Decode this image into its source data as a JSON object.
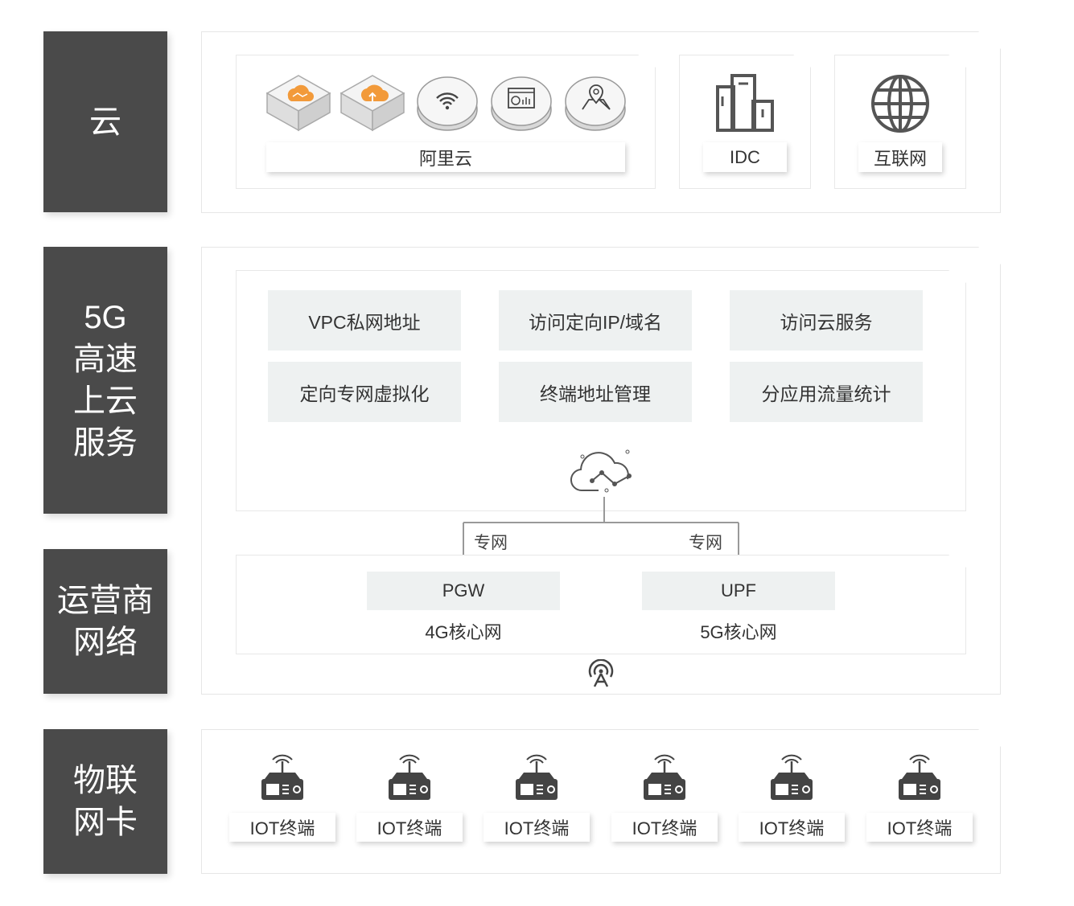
{
  "layers": {
    "cloud": "云",
    "service": "5G\n高速\n上云\n服务",
    "operator": "运营商\n网络",
    "iot": "物联\n网卡"
  },
  "cloud": {
    "aliyun_label": "阿里云",
    "idc_label": "IDC",
    "internet_label": "互联网"
  },
  "services": [
    "VPC私网地址",
    "访问定向IP/域名",
    "访问云服务",
    "定向专网虚拟化",
    "终端地址管理",
    "分应用流量统计"
  ],
  "links": [
    "专网",
    "专网"
  ],
  "core": {
    "pgw": "PGW",
    "pgw_sub": "4G核心网",
    "upf": "UPF",
    "upf_sub": "5G核心网"
  },
  "terminals": [
    "IOT终端",
    "IOT终端",
    "IOT终端",
    "IOT终端",
    "IOT终端",
    "IOT终端"
  ],
  "colors": {
    "accent": "#f29a3a",
    "dark": "#4a4a4a",
    "light": "#eef1f1"
  }
}
